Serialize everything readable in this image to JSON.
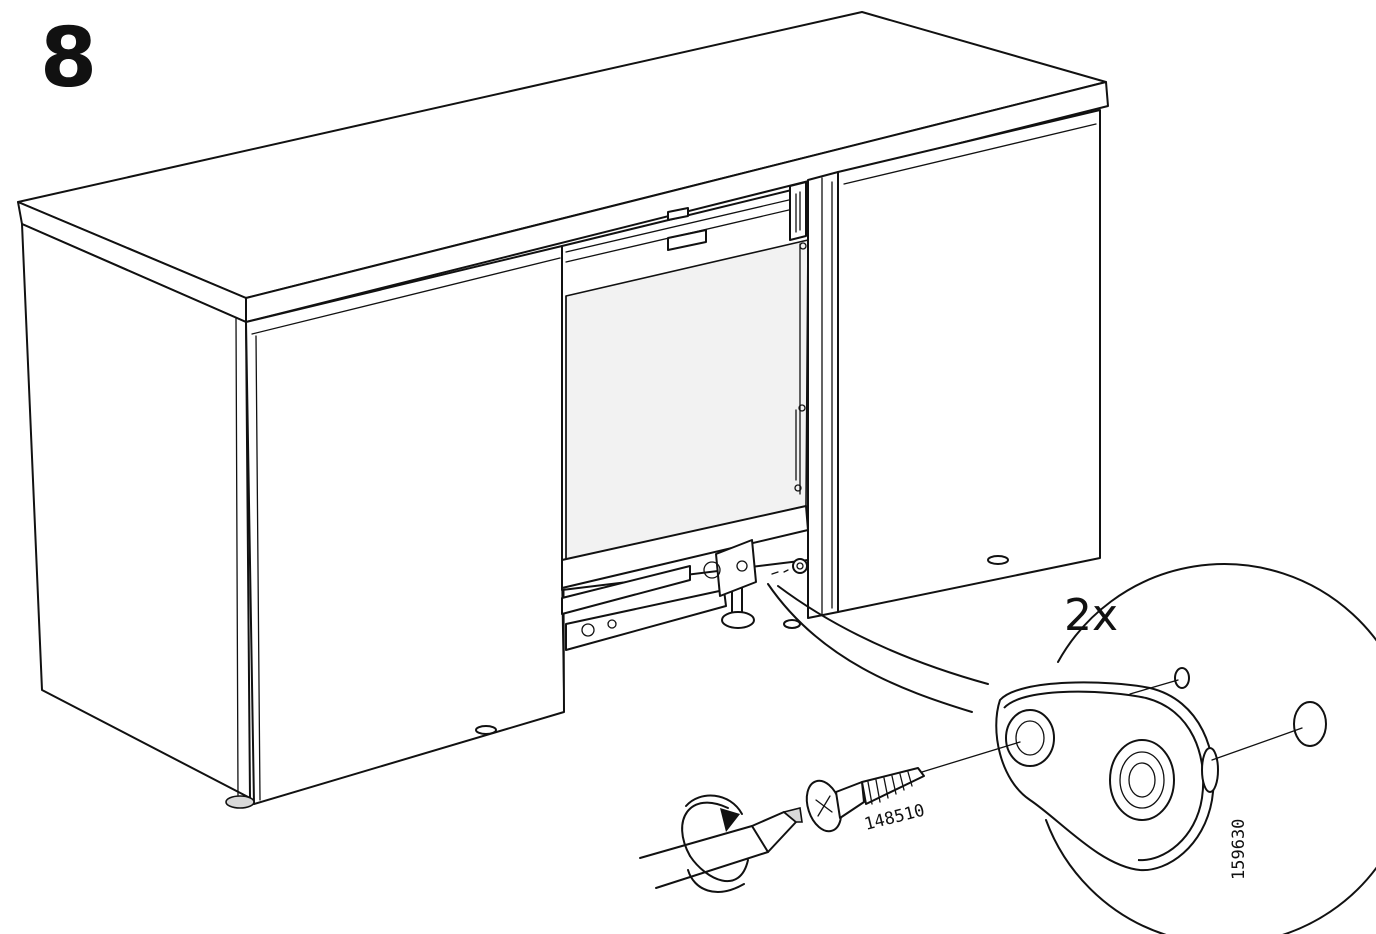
{
  "step": {
    "number": "8"
  },
  "callout": {
    "quantity": "2x"
  },
  "parts": [
    {
      "id": "screw",
      "article": "148510"
    },
    {
      "id": "bracket",
      "article": "159630"
    }
  ],
  "icons": {
    "tool": "screwdriver-icon",
    "rotation": "clockwise-arrow-icon"
  }
}
